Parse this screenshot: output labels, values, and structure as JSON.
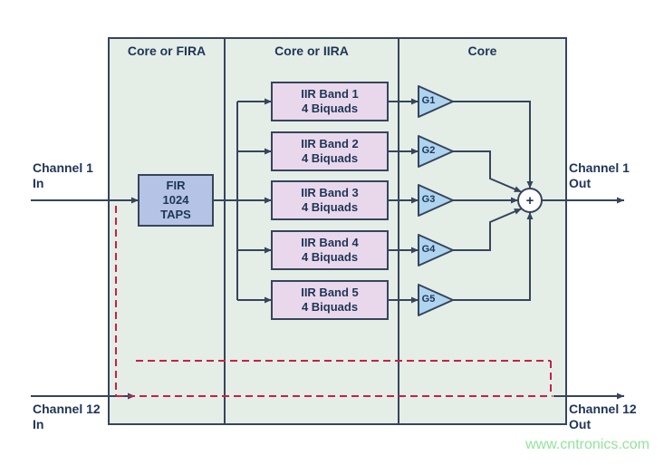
{
  "header": {
    "col1": "Core or FIRA",
    "col2": "Core or IIRA",
    "col3": "Core"
  },
  "fir_box": {
    "l1": "FIR",
    "l2": "1024",
    "l3": "TAPS"
  },
  "bands": [
    {
      "name": "IIR Band 1",
      "sub": "4 Biquads",
      "gain": "G1"
    },
    {
      "name": "IIR Band 2",
      "sub": "4 Biquads",
      "gain": "G2"
    },
    {
      "name": "IIR Band 3",
      "sub": "4 Biquads",
      "gain": "G3"
    },
    {
      "name": "IIR Band 4",
      "sub": "4 Biquads",
      "gain": "G4"
    },
    {
      "name": "IIR Band 5",
      "sub": "4 Biquads",
      "gain": "G5"
    }
  ],
  "summer": {
    "symbol": "+"
  },
  "labels": {
    "ch1_in_1": "Channel 1",
    "ch1_in_2": "In",
    "ch1_out_1": "Channel 1",
    "ch1_out_2": "Out",
    "ch12_in_1": "Channel 12",
    "ch12_in_2": "In",
    "ch12_out_1": "Channel 12",
    "ch12_out_2": "Out"
  },
  "watermark": "www.cntronics.com",
  "colors": {
    "region_fill": "#e4eee7",
    "line": "#36455c",
    "fir_fill": "#b4c3e6",
    "band_fill": "#e9d8ec",
    "gain_fill": "#aed4ef",
    "text": "#1f3557",
    "dashed_red": "#c91f48",
    "watermark_green": "#93e39c"
  }
}
